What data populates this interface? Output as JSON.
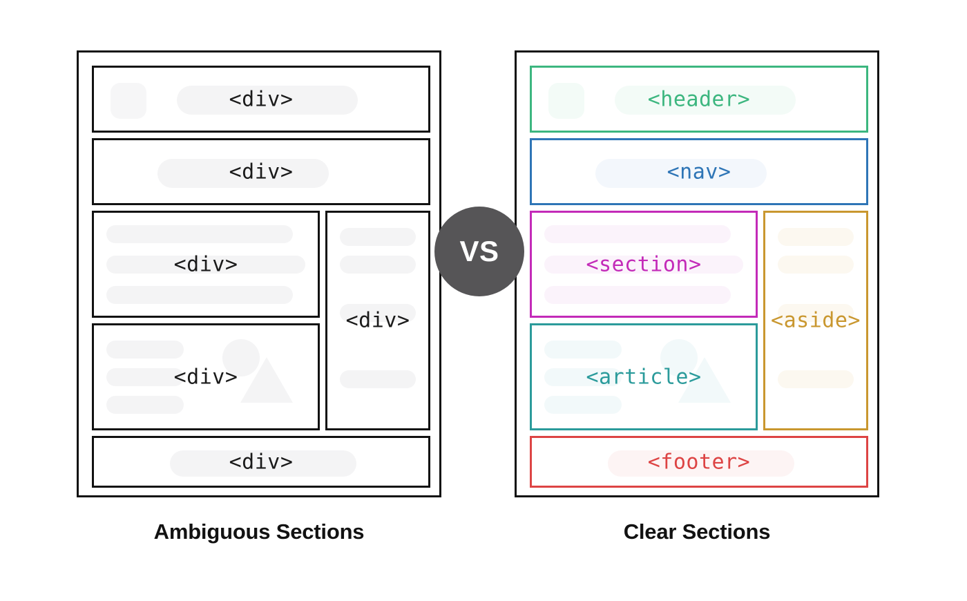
{
  "diagram": {
    "comparison_badge": "VS",
    "left_panel": {
      "caption": "Ambiguous Sections",
      "border_color": "#111111",
      "boxes": [
        {
          "label": "<div>",
          "role": "header",
          "color": "#111111"
        },
        {
          "label": "<div>",
          "role": "nav",
          "color": "#111111"
        },
        {
          "label": "<div>",
          "role": "section",
          "color": "#111111"
        },
        {
          "label": "<div>",
          "role": "article",
          "color": "#111111"
        },
        {
          "label": "<div>",
          "role": "aside",
          "color": "#111111"
        },
        {
          "label": "<div>",
          "role": "footer",
          "color": "#111111"
        }
      ]
    },
    "right_panel": {
      "caption": "Clear Sections",
      "border_color": "#111111",
      "boxes": [
        {
          "label": "<header>",
          "role": "header",
          "color": "#3CB67F",
          "tint": "#f3fbf7"
        },
        {
          "label": "<nav>",
          "role": "nav",
          "color": "#2E75B6",
          "tint": "#f3f7fc"
        },
        {
          "label": "<section>",
          "role": "section",
          "color": "#C32AB8",
          "tint": "#fbf3fb"
        },
        {
          "label": "<article>",
          "role": "article",
          "color": "#2B9B9B",
          "tint": "#f2f9fa"
        },
        {
          "label": "<aside>",
          "role": "aside",
          "color": "#C9972F",
          "tint": "#fcf8f0"
        },
        {
          "label": "<footer>",
          "role": "footer",
          "color": "#DD4444",
          "tint": "#fdf4f4"
        }
      ]
    },
    "placeholder_color": "#f4f4f5"
  }
}
